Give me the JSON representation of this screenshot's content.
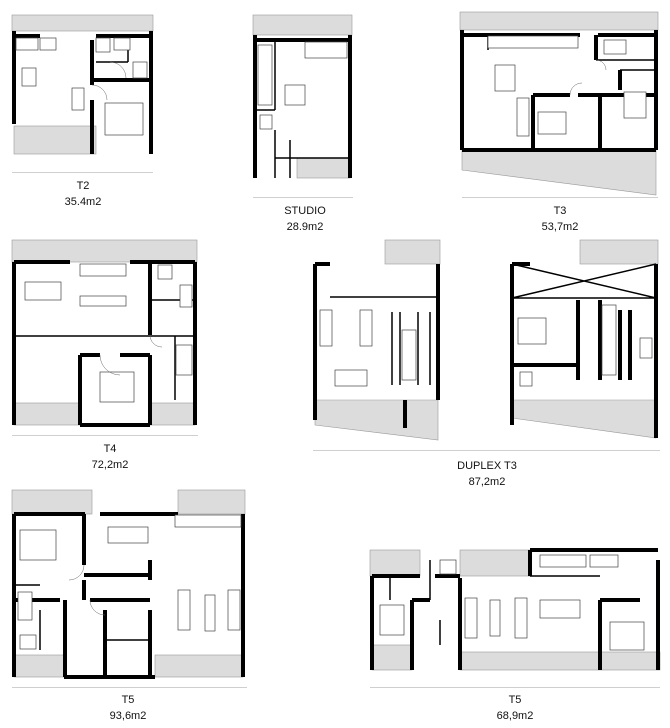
{
  "plans": [
    {
      "type": "T2",
      "area": "35.4m2"
    },
    {
      "type": "STUDIO",
      "area": "28.9m2"
    },
    {
      "type": "T3",
      "area": "53,7m2"
    },
    {
      "type": "T4",
      "area": "72,2m2"
    },
    {
      "type": "DUPLEX T3",
      "area": "87,2m2"
    },
    {
      "type": "T5",
      "area": "93,6m2"
    },
    {
      "type": "T5",
      "area": "68,9m2"
    }
  ],
  "colors": {
    "wall": "#000000",
    "balcony": "#dcdcdc",
    "rule": "#cfcfcf"
  }
}
